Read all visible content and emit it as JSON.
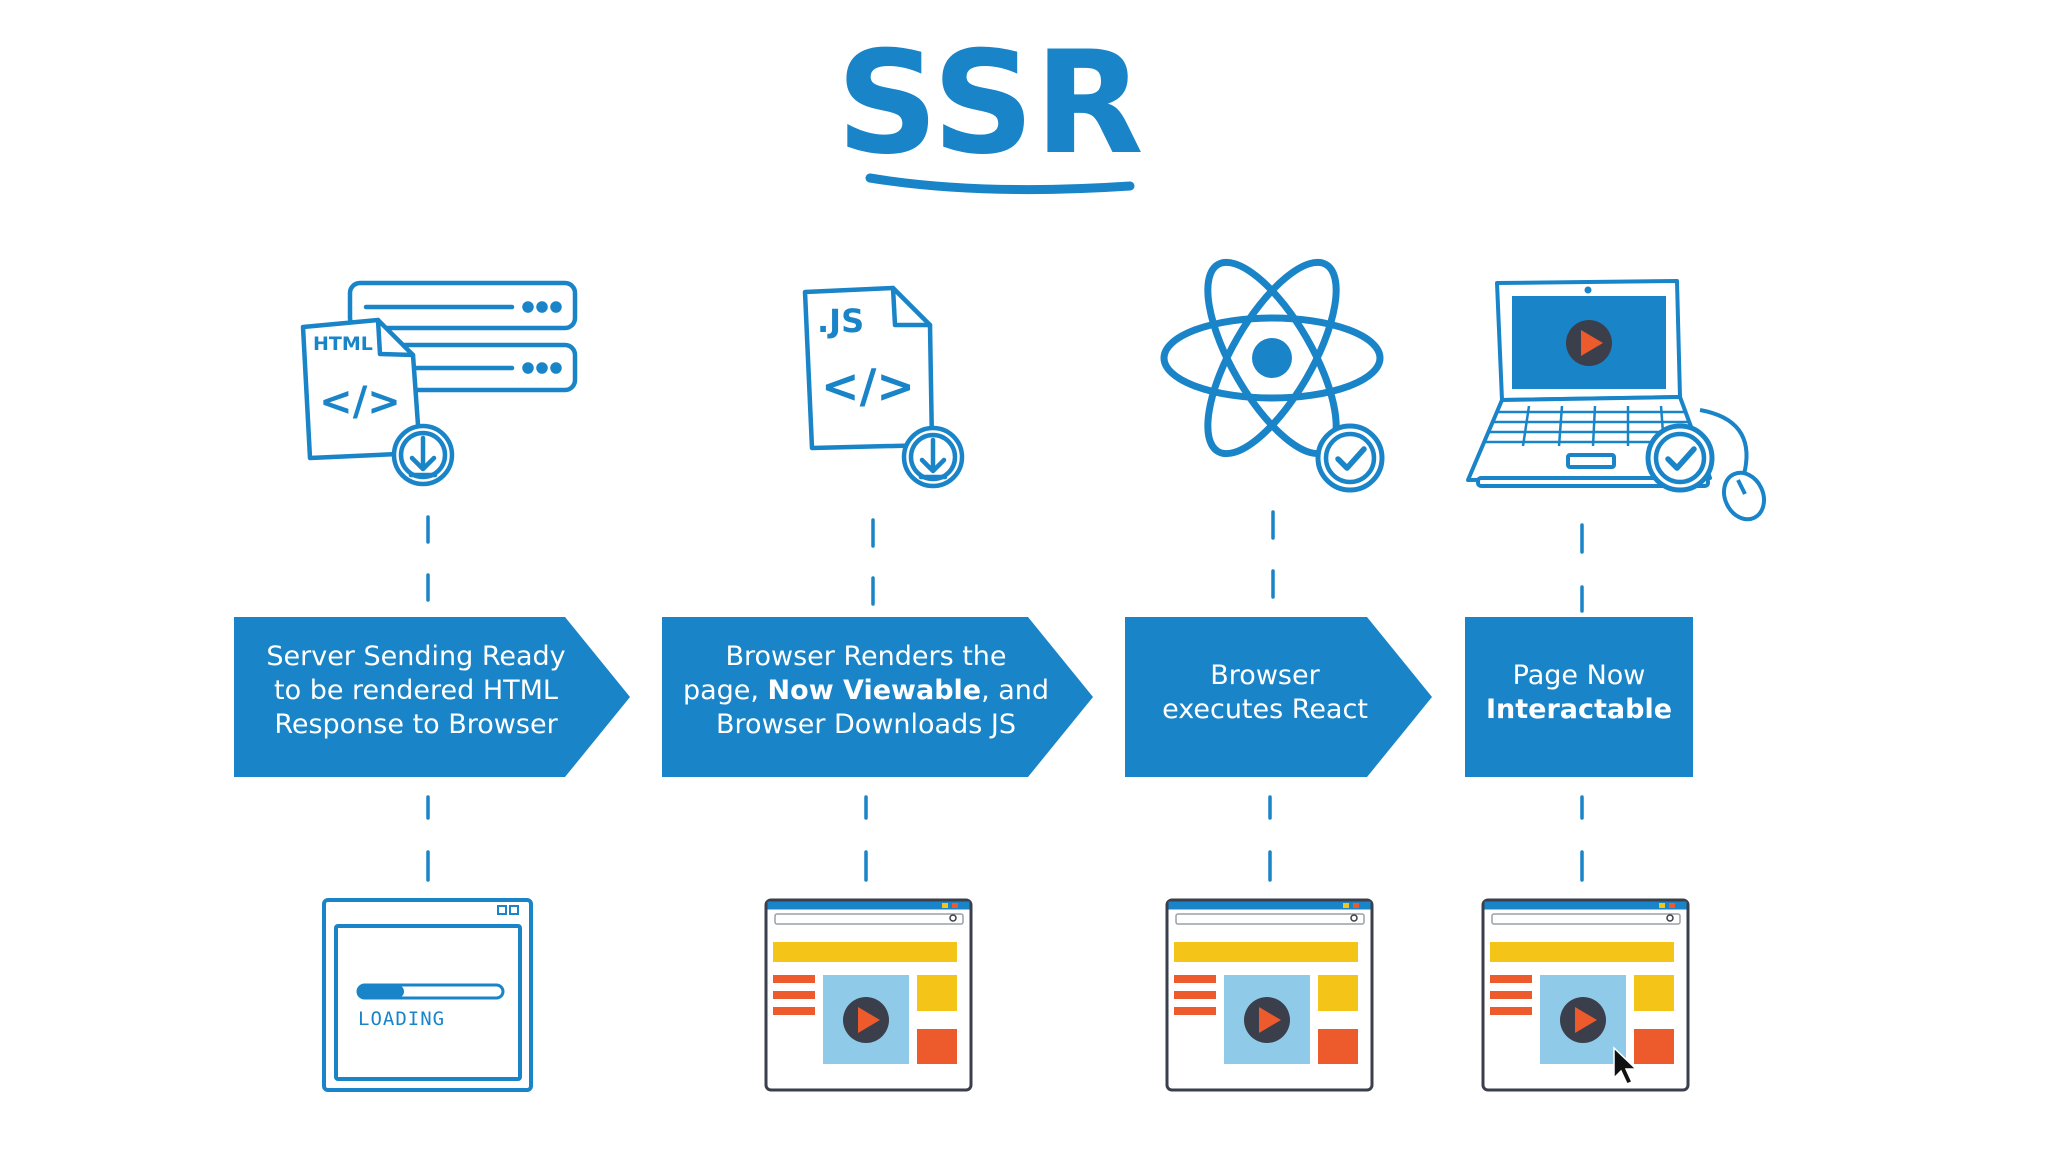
{
  "title": "SSR",
  "colors": {
    "primary_blue": "#1a84c8",
    "accent_yellow": "#f5c419",
    "accent_orange": "#ed5a2b",
    "video_bg": "#8fcbe8",
    "play_dark": "#3a3f4b"
  },
  "icons": {
    "html_file_label": "HTML",
    "js_file_label": ".JS",
    "code_glyph": "</>",
    "loading_label": "LOADING"
  },
  "steps": [
    {
      "icon": "html-server-download-icon",
      "lines": [
        [
          {
            "t": "Server Sending Ready"
          }
        ],
        [
          {
            "t": "to be rendered HTML"
          }
        ],
        [
          {
            "t": "Response to Browser"
          }
        ]
      ],
      "browser": "loading-window"
    },
    {
      "icon": "js-file-download-icon",
      "lines": [
        [
          {
            "t": "Browser Renders the"
          }
        ],
        [
          {
            "t": "page, "
          },
          {
            "t": "Now Viewable",
            "b": true
          },
          {
            "t": ", and"
          }
        ],
        [
          {
            "t": "Browser Downloads JS"
          }
        ]
      ],
      "browser": "rendered-page-window"
    },
    {
      "icon": "react-atom-check-icon",
      "lines": [
        [
          {
            "t": "Browser"
          }
        ],
        [
          {
            "t": "executes React"
          }
        ]
      ],
      "browser": "rendered-page-window"
    },
    {
      "icon": "laptop-check-icon",
      "lines": [
        [
          {
            "t": "Page Now"
          }
        ],
        [
          {
            "t": "Interactable",
            "b": true
          }
        ]
      ],
      "browser": "rendered-page-window-with-cursor"
    }
  ]
}
